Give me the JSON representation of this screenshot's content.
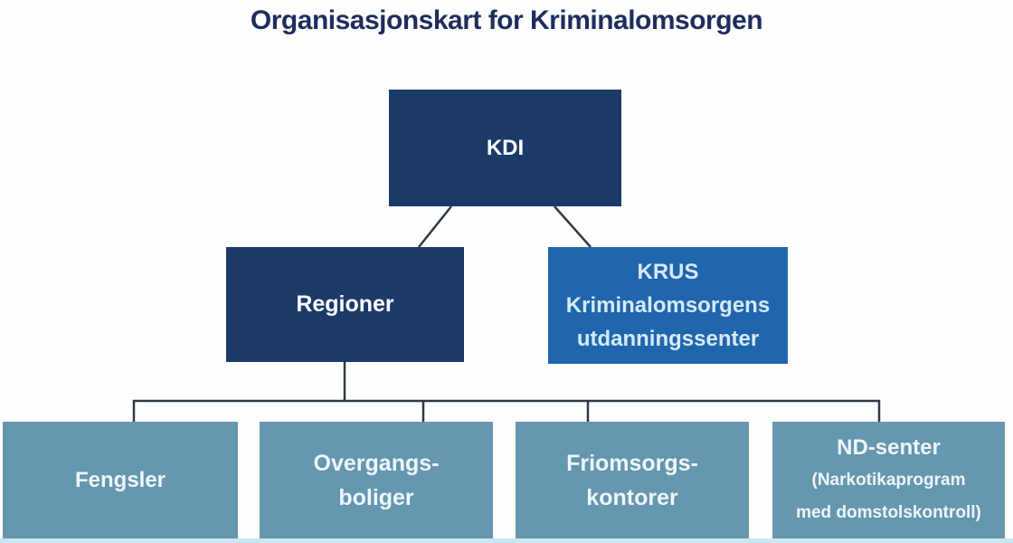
{
  "title": "Organisasjonskart for Kriminalomsorgen",
  "colors": {
    "dark_navy_box": "#1b3a68",
    "medium_blue_box": "#2066ac",
    "slate_blue_box": "#6597ae",
    "connector_line": "#2e3a46",
    "title_text": "#1e2d5c",
    "navy_box_text": "#ffffff",
    "krus_box_text": "#d6e9f8",
    "slate_box_text": "#eef6fc",
    "bottom_strip": "#cbe7f3"
  },
  "nodes": {
    "kdi": {
      "label": "KDI"
    },
    "regioner": {
      "label": "Regioner"
    },
    "krus": {
      "line1": "KRUS",
      "line2": "Kriminalomsorgens",
      "line3": "utdanningssenter"
    },
    "fengsler": {
      "label": "Fengsler"
    },
    "overgangsboliger": {
      "line1": "Overgangs-",
      "line2": "boliger"
    },
    "friomsorgskontorer": {
      "line1": "Friomsorgs-",
      "line2": "kontorer"
    },
    "nd_senter": {
      "title": "ND-senter",
      "sub1": "(Narkotikaprogram",
      "sub2": "med domstolskontroll)"
    }
  }
}
